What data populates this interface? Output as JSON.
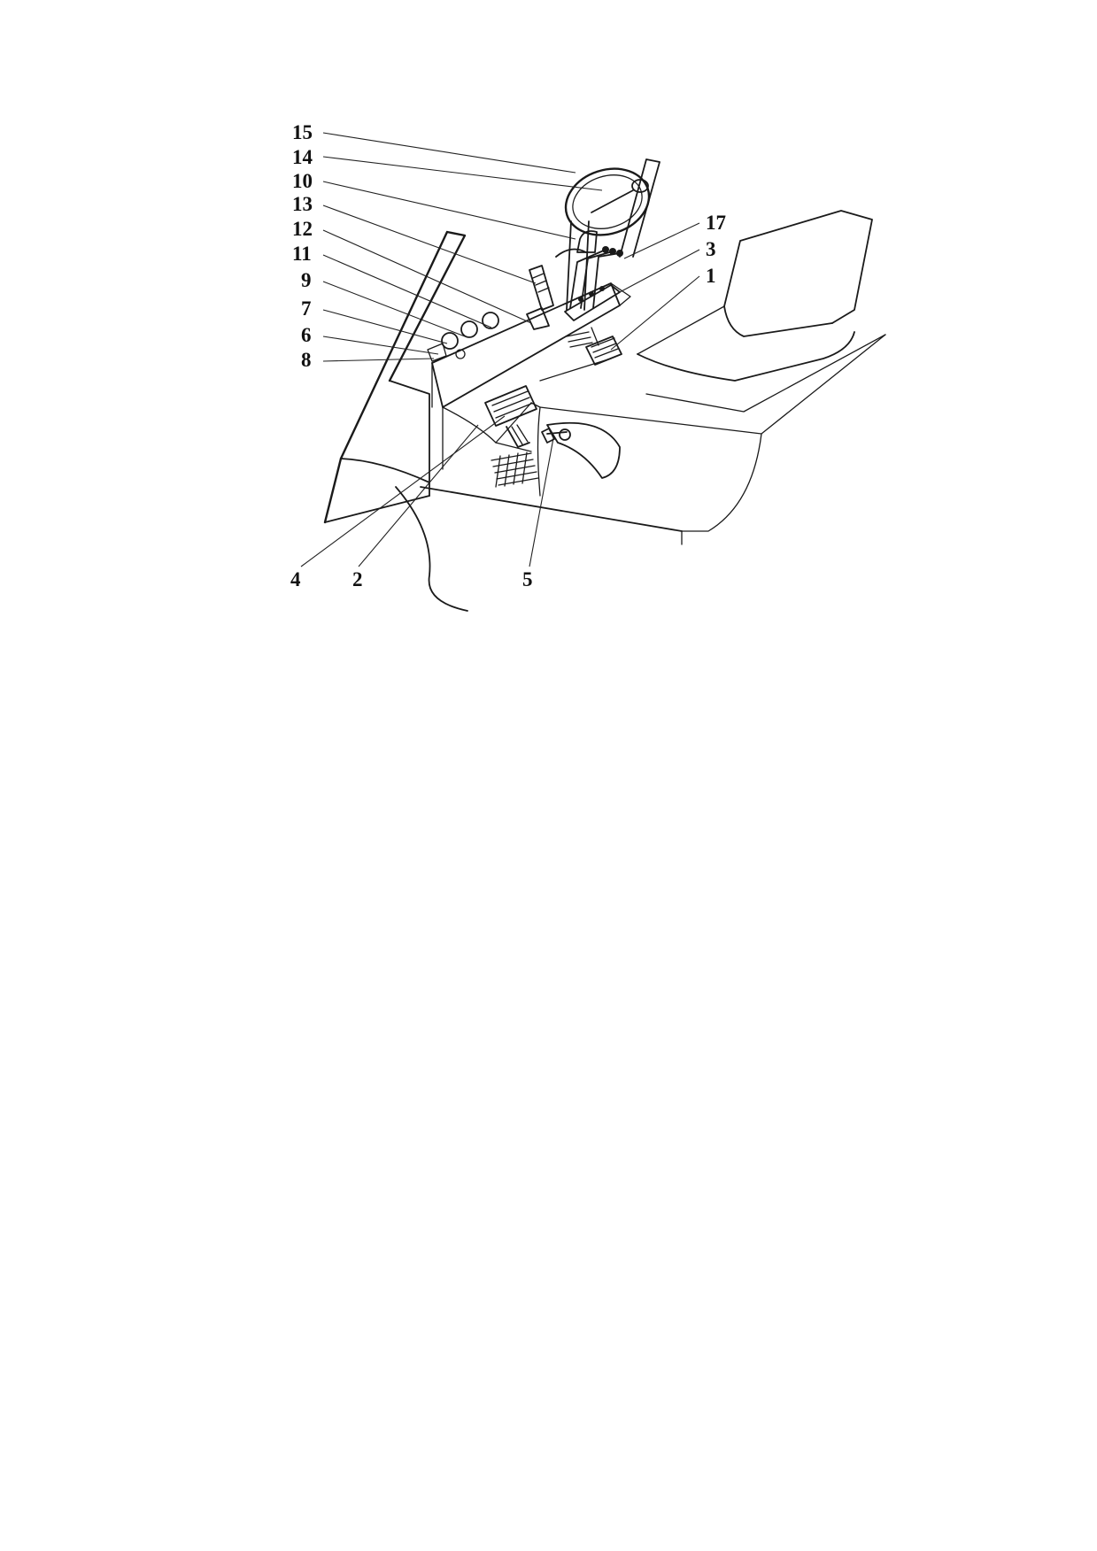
{
  "diagram": {
    "callouts": [
      "15",
      "14",
      "10",
      "13",
      "12",
      "11",
      "9",
      "7",
      "6",
      "8",
      "17",
      "3",
      "1",
      "4",
      "2",
      "5"
    ]
  }
}
